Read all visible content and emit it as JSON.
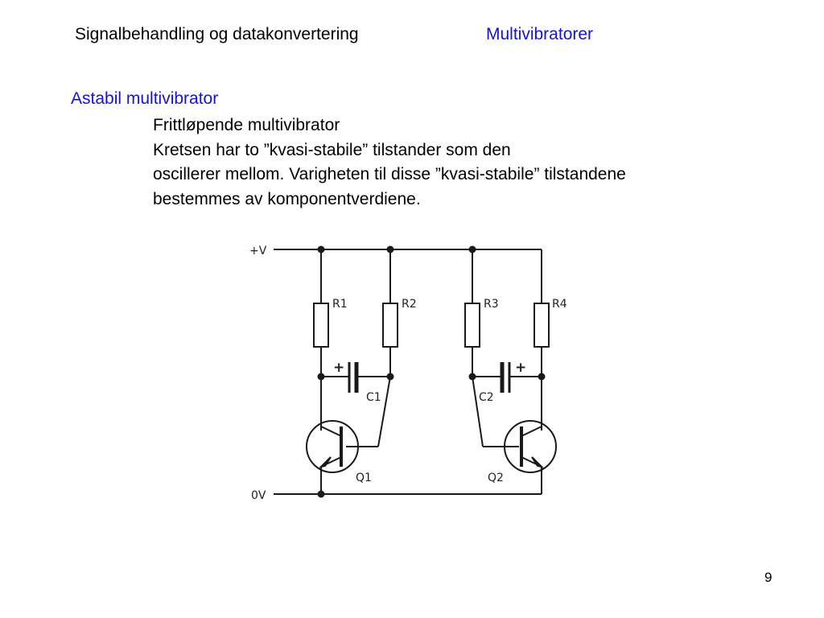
{
  "header": {
    "course_title": "Signalbehandling og datakonvertering",
    "topic_title": "Multivibratorer"
  },
  "section": {
    "title": "Astabil multivibrator",
    "lines": [
      "Frittløpende multivibrator",
      "Kretsen har to ”kvasi-stabile” tilstander som den",
      "oscillerer mellom. Varigheten til disse ”kvasi-stabile” tilstandene",
      "bestemmes av komponentverdiene."
    ]
  },
  "circuit": {
    "supply_label": "+V",
    "ground_label": "0V",
    "resistors": [
      "R1",
      "R2",
      "R3",
      "R4"
    ],
    "capacitors": [
      "C1",
      "C2"
    ],
    "capacitor_polarity": "+",
    "transistors": [
      "Q1",
      "Q2"
    ],
    "line_color": "#1a1a1a"
  },
  "footer": {
    "page_number": "9"
  }
}
